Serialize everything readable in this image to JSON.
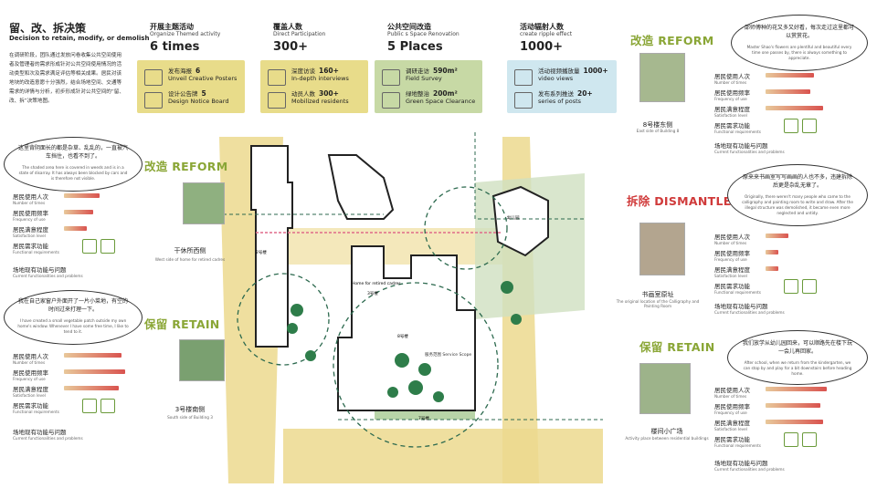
{
  "intro": {
    "title": "留、改、拆决策",
    "subtitle": "Decision to retain, modify, or demolish",
    "text": "在调研阶段，团队通过发放问卷收集公共空间使用者及管理者的需求形成针对公共空间使用情况的活动类型和次及需求满足评估等相关成果。居民对该地块的改造意愿十分强烈，结合场地空间、交通等需求的详情与分析，初步形成针对公共空间的“留、改、拆”决策地图。"
  },
  "stats": [
    {
      "head": "开展主题活动",
      "sub": "Organize Themed activity",
      "big": "6 times",
      "lines": [
        {
          "cn": "发布海报",
          "num": "6",
          "en": "Unveil Creative Posters"
        },
        {
          "cn": "设计公告牌",
          "num": "5",
          "en": "Design Notice Board"
        }
      ]
    },
    {
      "head": "覆盖人数",
      "sub": "Direct Participation",
      "big": "300+",
      "lines": [
        {
          "cn": "深度访谈",
          "num": "160+",
          "en": "In-depth interviews"
        },
        {
          "cn": "动员人数",
          "num": "300+",
          "en": "Mobilized residents"
        }
      ]
    },
    {
      "head": "公共空间改造",
      "sub": "Public s Space Renovation",
      "big": "5 Places",
      "lines": [
        {
          "cn": "调研走访",
          "num": "590m²",
          "en": "Field Survey"
        },
        {
          "cn": "绿地整治",
          "num": "200m²",
          "en": "Green Space Clearance"
        }
      ]
    },
    {
      "head": "活动辐射人数",
      "sub": "create ripple effect",
      "big": "1000+",
      "lines": [
        {
          "cn": "活动视频播放量",
          "num": "1000+",
          "en": "video views"
        },
        {
          "cn": "发布系列推送",
          "num": "20+",
          "en": "series of posts"
        }
      ]
    }
  ],
  "left_reform": {
    "label": "改造 REFORM",
    "bubble_cn": "这里背阴面长的都是杂草、乱乱的，一直被汽车挡住，也看不到了。",
    "bubble_en": "The shaded area here is covered in weeds and is in a state of disarray. It has always been blocked by cars and is therefore not visible.",
    "caption_cn": "干休所西侧",
    "caption_en": "West side of home for retired cadres"
  },
  "left_retain": {
    "label": "保留 RETAIN",
    "bubble_cn": "我在自己家窗户外面开了一片小菜地，有空的时间过来打理一下。",
    "bubble_en": "I have created a small vegetable patch outside my own home's window. Whenever I have some free time, I like to tend to it.",
    "caption_cn": "3号楼南侧",
    "caption_en": "South side of Building 3"
  },
  "right_reform": {
    "label": "改造 REFORM",
    "bubble_cn": "邵师傅种的花又多又好看，每次走过这里都可以赏赏花。",
    "bubble_en": "Master Shao's flowers are plentiful and beautiful every time one passes by, there is always something to appreciate.",
    "caption_cn": "8号楼东侧",
    "caption_en": "East side of Building 8"
  },
  "right_dismantle": {
    "label": "拆除 DISMANTLE",
    "bubble_cn": "原来来书画室写写画画的人也不多，违建拆除后更是杂乱无章了。",
    "bubble_en": "Originally, there weren't many people who came to the calligraphy and painting room to write and draw. After the illegal structure was demolished, it became even more neglected and untidy.",
    "caption_cn": "书画室原址",
    "caption_en": "The original location of the Calligraphy and Painting Room"
  },
  "right_retain": {
    "label": "保留 RETAIN",
    "bubble_cn": "我们放学从幼儿园回来，可以顺路先在楼下玩一会儿再回家。",
    "bubble_en": "After school, when we return from the kindergarten, we can stop by and play for a bit downstairs before heading home.",
    "caption_cn": "楼间小广场",
    "caption_en": "Activity place between residential buildings"
  },
  "metrics": [
    {
      "cn": "居民使用人次",
      "en": "Number of times"
    },
    {
      "cn": "居民使用频率",
      "en": "Frequency of use"
    },
    {
      "cn": "居民满意程度",
      "en": "Satisfaction level"
    },
    {
      "cn": "居民需求功能",
      "en": "Functional requirements"
    }
  ],
  "problems": {
    "cn": "场地现有功能与问题",
    "en": "Current functionalities and problems"
  },
  "bar_levels": {
    "left_reform": [
      0.55,
      0.45,
      0.35
    ],
    "left_retain": [
      0.9,
      0.95,
      0.85
    ],
    "right_reform": [
      0.75,
      0.7,
      0.9
    ],
    "right_dismantle": [
      0.35,
      0.2,
      0.2
    ],
    "right_retain": [
      0.95,
      0.85,
      0.9
    ]
  },
  "map_labels": {
    "b2": "2号楼",
    "b3": "3号楼",
    "b7": "7号楼",
    "b8": "8号楼",
    "cadres": "Home for retired cadres",
    "kinder": "幼儿园",
    "service": "服务范围 Service Scope"
  },
  "colors": {
    "green": "#8aa636",
    "red": "#d03a3a",
    "yellow": "#ecd98e",
    "tree": "#2e7d4a",
    "bar_start": "#e8c89a",
    "bar_end": "#d9534f"
  }
}
